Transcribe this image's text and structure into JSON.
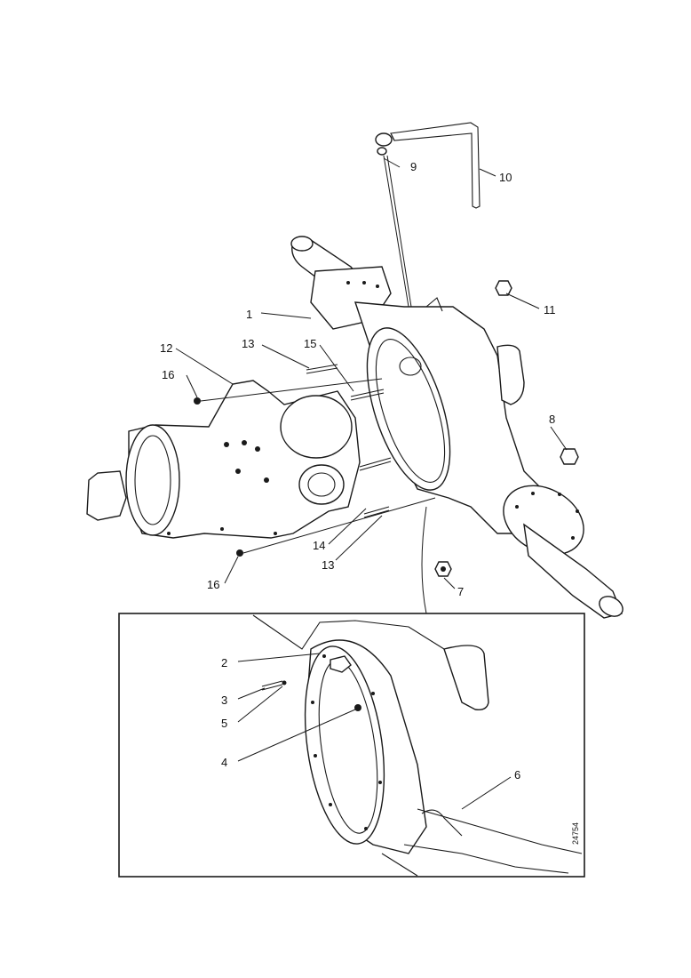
{
  "labels": {
    "l1": "1",
    "l2": "2",
    "l3": "3",
    "l4": "4",
    "l5": "5",
    "l6": "6",
    "l7": "7",
    "l8": "8",
    "l9": "9",
    "l10": "10",
    "l11": "11",
    "l12": "12",
    "l13a": "13",
    "l13b": "13",
    "l14": "14",
    "l15": "15",
    "l16a": "16",
    "l16b": "16"
  },
  "figure_ref": "24754"
}
